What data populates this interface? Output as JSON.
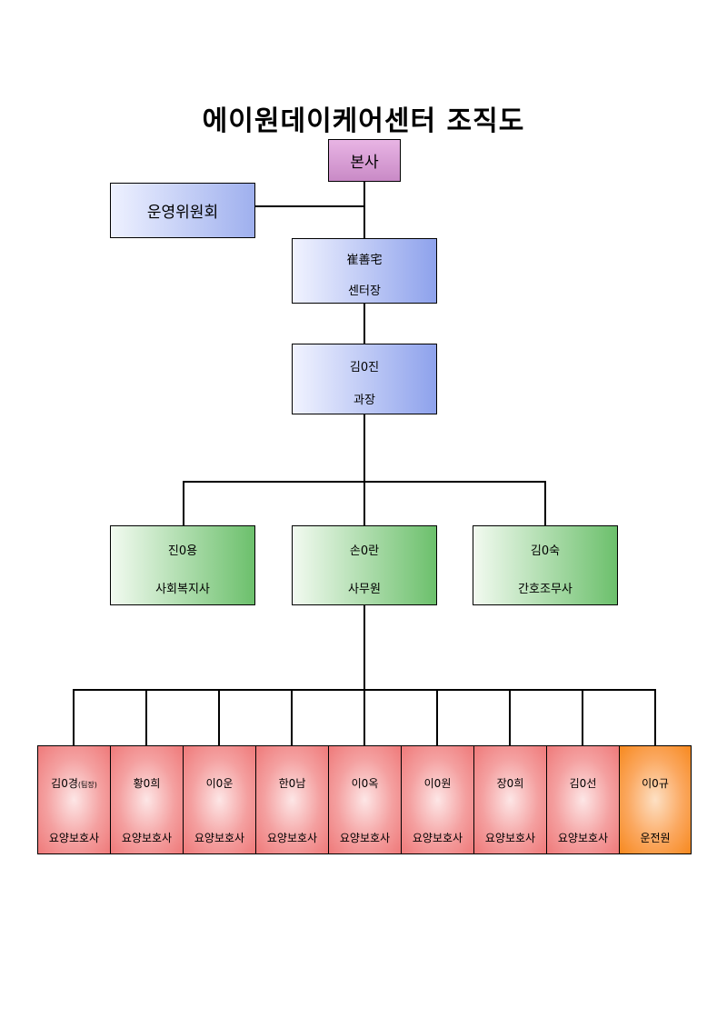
{
  "title": "에이원데이케어센터 조직도",
  "headquarters": "본사",
  "committee": "운영위원회",
  "director": {
    "name": "崔善宅",
    "role": "센터장"
  },
  "manager": {
    "name": "김0진",
    "role": "과장"
  },
  "staff": [
    {
      "name": "진0용",
      "role": "사회복지사"
    },
    {
      "name": "손0란",
      "role": "사무원"
    },
    {
      "name": "김0숙",
      "role": "간호조무사"
    }
  ],
  "workers": [
    {
      "name": "김0경",
      "note": "(팀장)",
      "role": "요양보호사",
      "color": "#ef7a7a"
    },
    {
      "name": "황0희",
      "role": "요양보호사",
      "color": "#ef7a7a"
    },
    {
      "name": "이0운",
      "role": "요양보호사",
      "color": "#ef7a7a"
    },
    {
      "name": "한0남",
      "role": "요양보호사",
      "color": "#ef7a7a"
    },
    {
      "name": "이0옥",
      "role": "요양보호사",
      "color": "#ef7a7a"
    },
    {
      "name": "이0원",
      "role": "요양보호사",
      "color": "#ef7a7a"
    },
    {
      "name": "장0희",
      "role": "요양보호사",
      "color": "#ef7a7a"
    },
    {
      "name": "김0선",
      "role": "요양보호사",
      "color": "#ef7a7a"
    },
    {
      "name": "이0규",
      "role": "운전원",
      "color": "#f7891f"
    }
  ]
}
